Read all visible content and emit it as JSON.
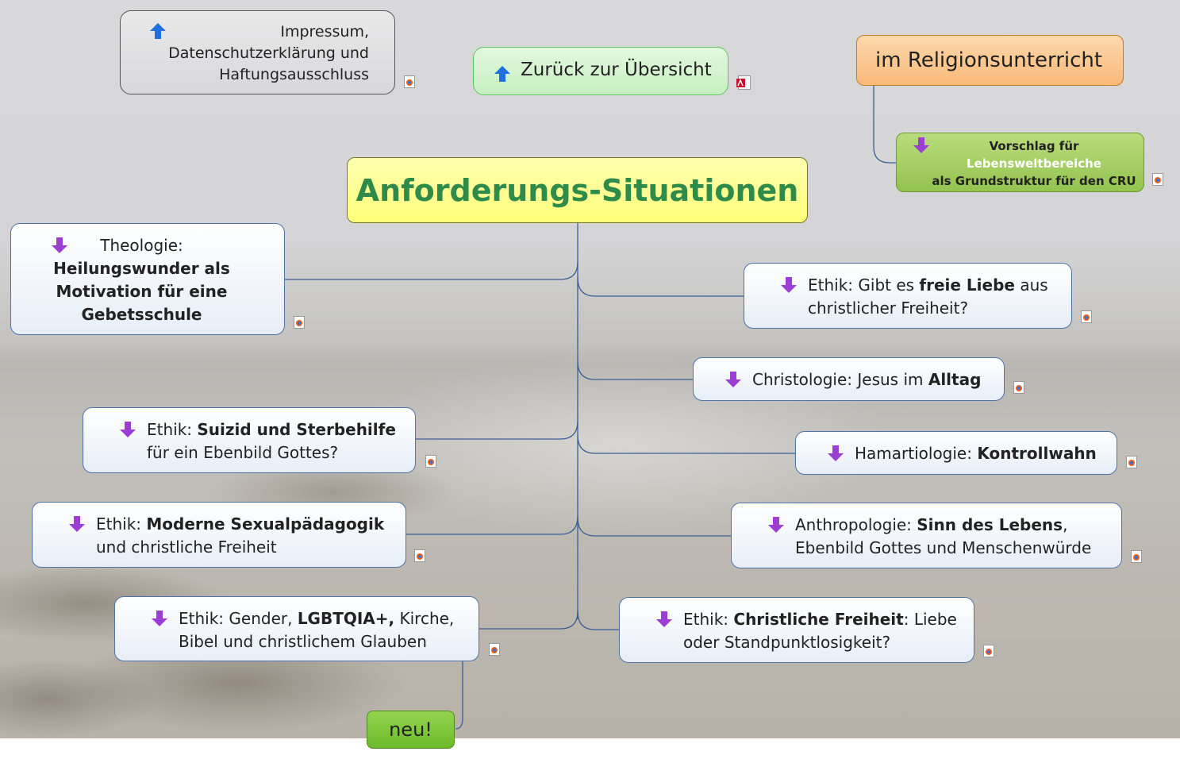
{
  "center": {
    "title": "Anforderungs-Situationen"
  },
  "top_left": {
    "line1": "Impressum,",
    "line2": "Datenschutzerklärung und",
    "line3": "Haftungsausschluss"
  },
  "top_center": {
    "label": "Zurück zur Übersicht"
  },
  "top_right": {
    "label": "im Religionsunterricht"
  },
  "proposal": {
    "line1": "Vorschlag für",
    "line2": "Lebensweltbereiche",
    "line3": "als Grundstruktur für den CRU"
  },
  "left_nodes": {
    "theologie": {
      "prefix": "Theologie:",
      "line1": "Heilungswunder als",
      "line2": "Motivation für eine",
      "line3": "Gebetsschule"
    },
    "suizid": {
      "prefix": "Ethik: ",
      "bold": "Suizid und Sterbehilfe",
      "line2": "für ein Ebenbild Gottes?"
    },
    "sexual": {
      "prefix": "Ethik: ",
      "bold": "Moderne Sexualpädagogik",
      "line2": "und christliche Freiheit"
    },
    "gender": {
      "prefix": "Ethik: Gender, ",
      "bold": "LGBTQIA+,",
      "suffix": " Kirche,",
      "line2": "Bibel und christlichem Glauben"
    }
  },
  "right_nodes": {
    "liebe": {
      "prefix": "Ethik: Gibt es ",
      "bold": "freie Liebe",
      "suffix": " aus",
      "line2": "christlicher Freiheit?"
    },
    "christologie": {
      "prefix": "Christologie: Jesus im ",
      "bold": "Alltag"
    },
    "hamartiologie": {
      "prefix": "Hamartiologie: ",
      "bold": "Kontrollwahn"
    },
    "anthropologie": {
      "prefix": "Anthropologie: ",
      "bold": "Sinn des Lebens",
      "suffix": ",",
      "line2": "Ebenbild Gottes und Menschenwürde"
    },
    "freiheit": {
      "prefix": "Ethik: ",
      "bold": "Christliche Freiheit",
      "suffix": ": Liebe",
      "line2": "oder Standpunktlosigkeit?"
    }
  },
  "neu": {
    "label": "neu!"
  },
  "colors": {
    "center_text": "#2e8b4a",
    "center_fill": "#ffff88",
    "top_right_fill": "#fcc890",
    "top_center_fill": "#d6f5d0",
    "proposal_fill": "#a6cf63",
    "neu_fill": "#7cc63a",
    "node_border": "#4f73a8",
    "arrow_down": "#9b3fd4",
    "arrow_up": "#1f6fe0"
  }
}
